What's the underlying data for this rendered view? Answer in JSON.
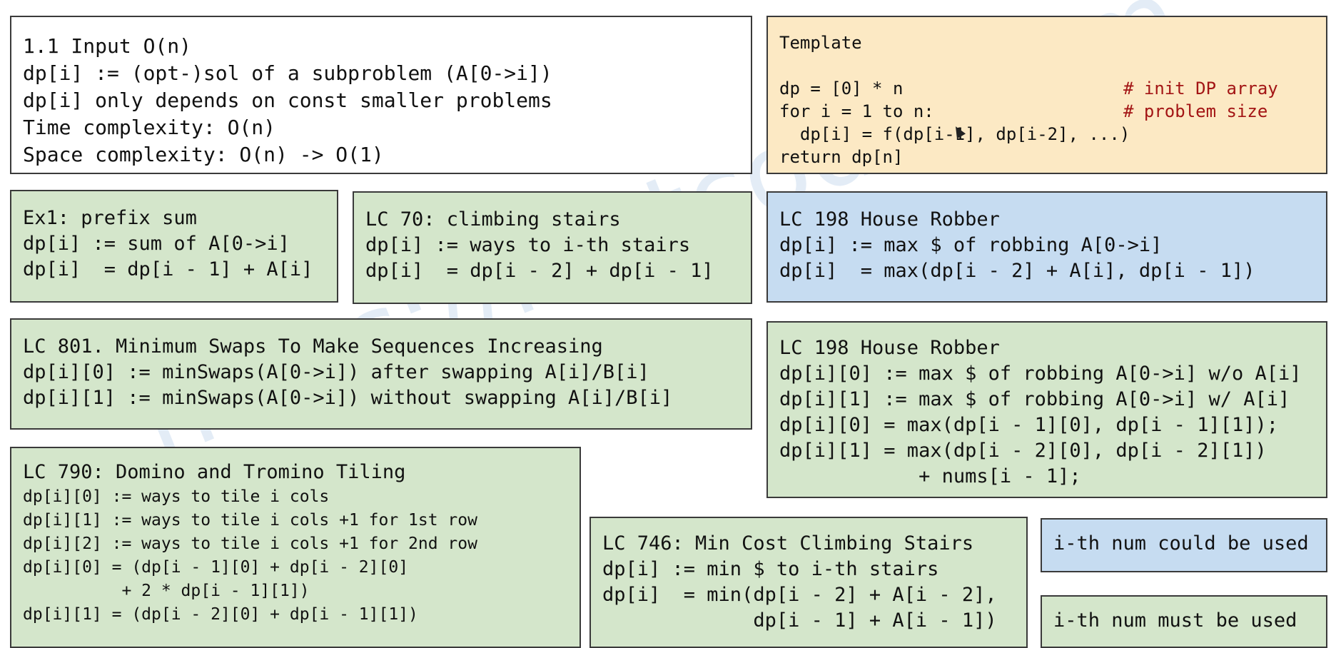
{
  "watermark": "https://leetcode.com",
  "intro": {
    "lines": [
      "1.1 Input O(n)",
      "dp[i] := (opt-)sol of a subproblem (A[0->i])",
      "dp[i] only depends on const smaller problems",
      "Time complexity: O(n)",
      "Space complexity: O(n) -> O(1)"
    ]
  },
  "template": {
    "title": "Template",
    "code": [
      {
        "code": "dp = [0] * n",
        "comment": "# init DP array"
      },
      {
        "code": "for i = 1 to n:",
        "comment": "# problem size"
      },
      {
        "code": "  dp[i] = f(dp[i-1], dp[i-2], ...)",
        "comment": ""
      },
      {
        "code": "return dp[n]",
        "comment": ""
      }
    ]
  },
  "ex1": {
    "lines": [
      "Ex1: prefix sum",
      "dp[i] := sum of A[0->i]",
      "dp[i]  = dp[i - 1] + A[i]"
    ]
  },
  "lc70": {
    "lines": [
      "LC 70: climbing stairs",
      "dp[i] := ways to i-th stairs",
      "dp[i]  = dp[i - 2] + dp[i - 1]"
    ]
  },
  "lc198a": {
    "lines": [
      "LC 198 House Robber",
      "dp[i] := max $ of robbing A[0->i]",
      "dp[i]  = max(dp[i - 2] + A[i], dp[i - 1])"
    ]
  },
  "lc801": {
    "lines": [
      "LC 801. Minimum Swaps To Make Sequences Increasing",
      "dp[i][0] := minSwaps(A[0->i]) after swapping A[i]/B[i]",
      "dp[i][1] := minSwaps(A[0->i]) without swapping A[i]/B[i]"
    ]
  },
  "lc198b": {
    "lines": [
      "LC 198 House Robber",
      "dp[i][0] := max $ of robbing A[0->i] w/o A[i]",
      "dp[i][1] := max $ of robbing A[0->i] w/ A[i]",
      "dp[i][0] = max(dp[i - 1][0], dp[i - 1][1]);",
      "dp[i][1] = max(dp[i - 2][0], dp[i - 2][1])",
      "            + nums[i - 1];"
    ]
  },
  "lc790": {
    "title": "LC 790: Domino and Tromino Tiling",
    "lines": [
      "dp[i][0] := ways to tile i cols",
      "dp[i][1] := ways to tile i cols +1 for 1st row",
      "dp[i][2] := ways to tile i cols +1 for 2nd row",
      "dp[i][0] = (dp[i - 1][0] + dp[i - 2][0]",
      "          + 2 * dp[i - 1][1])",
      "dp[i][1] = (dp[i - 2][0] + dp[i - 1][1])"
    ]
  },
  "lc746": {
    "lines": [
      "LC 746: Min Cost Climbing Stairs",
      "dp[i] := min $ to i-th stairs",
      "dp[i]  = min(dp[i - 2] + A[i - 2],",
      "             dp[i - 1] + A[i - 1])"
    ]
  },
  "legend": {
    "could": "i-th num could be used",
    "must": "i-th num must be used"
  },
  "colors": {
    "green": "#d4e6cb",
    "blue": "#c6dcf1",
    "yellow": "#fce9c4",
    "comment": "#a31515"
  }
}
